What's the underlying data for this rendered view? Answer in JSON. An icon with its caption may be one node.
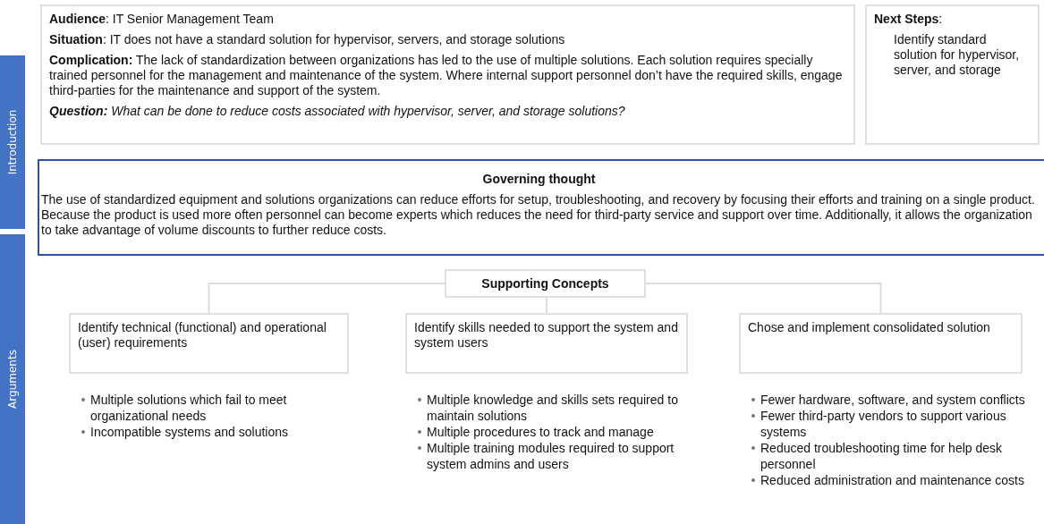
{
  "diagram": {
    "nodes": [
      {
        "text": [
          "Introduction"
        ]
      },
      {
        "text": [
          "Arguments"
        ]
      },
      {
        "text": [
          "**Audience**: IT Senior Management Team",
          "**Situation**: IT does not have a standard solution for hypervisor, servers, and storage solutions",
          "**Complication:** The lack of standardization between organizations has led to the use of multiple solutions. Each solution requires specially trained personnel for the management and maintenance of the system. Where internal support personnel don’t have the required skills, engage third-parties for the maintenance and support of the system.",
          "**Question:** What can be done to reduce costs associated with hypervisor, server, and storage solutions?"
        ]
      },
      {
        "text": [
          "**Next Steps**:",
          "Identify standard solution for hypervisor, server, and storage"
        ]
      },
      {
        "text": [
          "Governing thought",
          "The use of standardized equipment and solutions organizations can reduce efforts for setup, troubleshooting, and recovery by focusing their efforts and training on a single product. Because the product is used more often personnel can become experts which reduces the need for third-party service and support over time. Additionally, it allows the organization to take advantage of volume discounts to further reduce costs."
        ]
      },
      {
        "text": [
          "Supporting Concepts"
        ]
      },
      {
        "text": [
          "Identify technical (functional) and operational (user) requirements"
        ],
        "beside": [
          "Multiple solutions which fail to meet organizational needs",
          "Incompatible systems and solutions"
        ]
      },
      {
        "text": [
          "Identify skills needed to support the system and system users"
        ],
        "beside": [
          "Multiple knowledge and skills sets required to maintain solutions",
          "Multiple procedures to track and manage",
          "Multiple training modules required to support system admins and users"
        ]
      },
      {
        "text": [
          "Chose and implement consolidated solution"
        ],
        "beside": [
          "Fewer hardware, software, and system conflicts",
          "Fewer third-party vendors to support various systems",
          "Reduced troubleshooting time for help desk personnel",
          "Reduced administration and maintenance costs"
        ]
      }
    ],
    "edges": [
      {
        "from": 5,
        "to": 6,
        "arrow": "none"
      },
      {
        "from": 5,
        "to": 7,
        "arrow": "none"
      },
      {
        "from": 5,
        "to": 8,
        "arrow": "none"
      }
    ]
  }
}
